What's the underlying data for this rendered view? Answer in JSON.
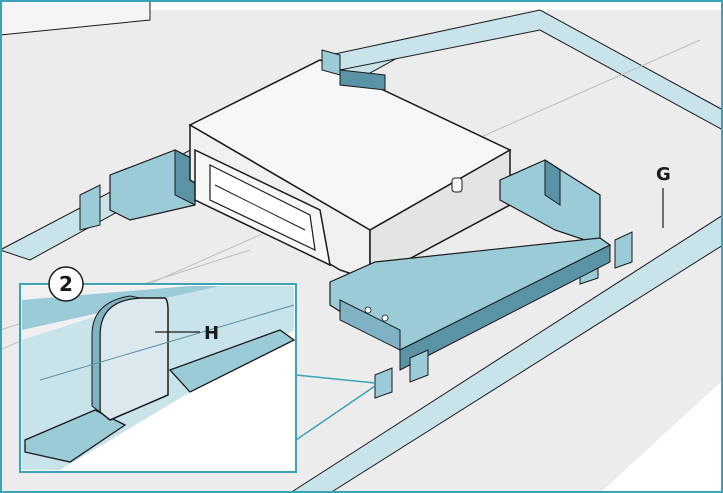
{
  "labels": {
    "rail": "G",
    "tab": "H",
    "step": "2"
  },
  "colors": {
    "frame_teal": "#3aa3b8",
    "bracket_blue": "#9ccbd8",
    "bracket_dark": "#5a93a6",
    "rail_blue": "#c9e3ea",
    "floor_grey": "#e9e9e9",
    "box_white": "#f7f7f7",
    "outline": "#1a1a1a"
  }
}
